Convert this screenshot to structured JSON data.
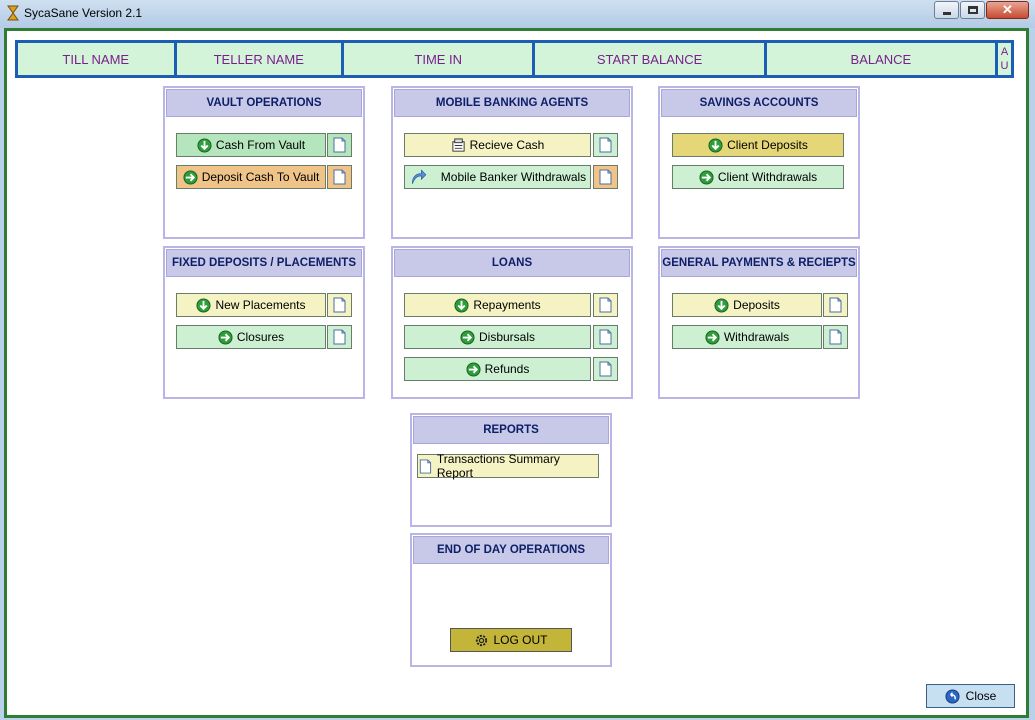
{
  "window": {
    "title": "SycaSane Version 2.1"
  },
  "header": {
    "columns": [
      "TILL NAME",
      "TELLER NAME",
      "TIME IN",
      "START BALANCE",
      "BALANCE"
    ],
    "narrow_top": "A",
    "narrow_bottom": "U"
  },
  "vault": {
    "title": "VAULT OPERATIONS",
    "cash_from_vault": "Cash From Vault",
    "deposit_cash_to_vault": "Deposit Cash To Vault"
  },
  "mobile": {
    "title": "MOBILE BANKING AGENTS",
    "receive_cash": "Recieve Cash",
    "withdrawals": "Mobile Banker Withdrawals"
  },
  "savings": {
    "title": "SAVINGS ACCOUNTS",
    "client_deposits": "Client Deposits",
    "client_withdrawals": "Client Withdrawals"
  },
  "fixed": {
    "title": "FIXED DEPOSITS / PLACEMENTS",
    "new_placements": "New Placements",
    "closures": "Closures"
  },
  "loans": {
    "title": "LOANS",
    "repayments": "Repayments",
    "disbursals": "Disbursals",
    "refunds": "Refunds"
  },
  "general": {
    "title": "GENERAL PAYMENTS & RECIEPTS",
    "deposits": "Deposits",
    "withdrawals": "Withdrawals"
  },
  "reports": {
    "title": "REPORTS",
    "summary": "Transactions Summary Report"
  },
  "eod": {
    "title": "END OF DAY OPERATIONS",
    "logout": "LOG OUT"
  },
  "footer": {
    "close": "Close"
  },
  "colors": {
    "accent_blue": "#1c5eb4",
    "frame_green": "#2e7d32",
    "header_text": "#7a1f8c",
    "panel_title_text": "#0c1f66"
  }
}
